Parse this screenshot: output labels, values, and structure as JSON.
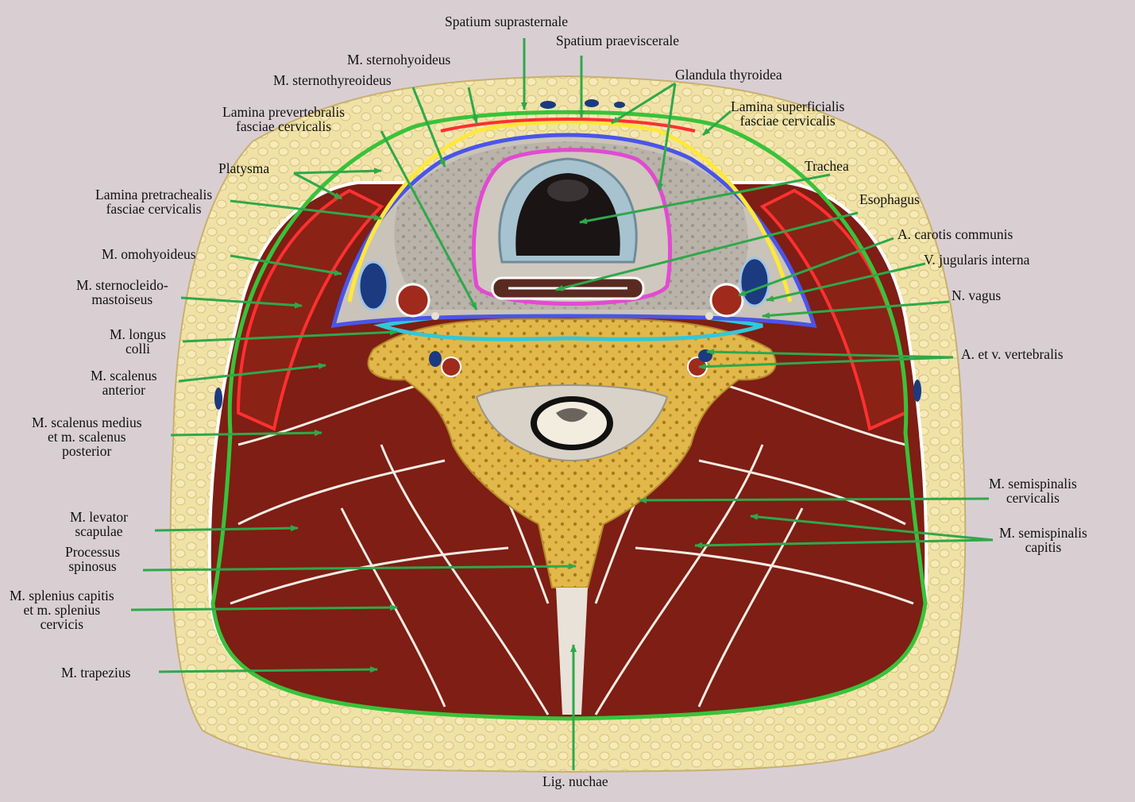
{
  "colors": {
    "background": "#d9cfd3",
    "skin_fat": "#f0e2a6",
    "muscle": "#7e1e14",
    "bone": "#e2b84a",
    "pointer": "#2fa84a",
    "lamina_superficialis": "#39c23a",
    "lamina_pretrachealis": "#ffe83a",
    "lamina_prevertebralis": "#33c7d8",
    "visceral_fascia": "#e24ad2",
    "carotid_sheath": "#4a55e8",
    "sternocleidomastoid_sheath": "#ff3030"
  },
  "labels": {
    "spatium_suprasternale": "Spatium suprasternale",
    "spatium_praeviscerale": "Spatium praeviscerale",
    "sternohyoideus": "M. sternohyoideus",
    "sternothyreoideus": "M. sternothyreoideus",
    "glandula_thyroidea": "Glandula thyroidea",
    "lamina_prevertebralis": [
      "Lamina prevertebralis",
      "fasciae cervicalis"
    ],
    "lamina_superficialis": [
      "Lamina superficialis",
      "fasciae cervicalis"
    ],
    "platysma": "Platysma",
    "trachea": "Trachea",
    "lamina_pretrachealis": [
      "Lamina pretrachealis",
      "fasciae cervicalis"
    ],
    "esophagus": "Esophagus",
    "carotis": "A. carotis communis",
    "jugularis": "V. jugularis interna",
    "omohyoideus": "M. omohyoideus",
    "sternocleidomastoideus": [
      "M. sternocleido-",
      "mastoiseus"
    ],
    "vagus": "N. vagus",
    "longus_colli": [
      "M. longus",
      "colli"
    ],
    "vertebralis": "A. et v. vertebralis",
    "scalenus_anterior": [
      "M. scalenus",
      "anterior"
    ],
    "scalenus_medius": [
      "M. scalenus medius",
      "et  m. scalenus",
      "posterior"
    ],
    "semispinalis_cervicalis": [
      "M. semispinalis",
      "cervicalis"
    ],
    "levator_scapulae": [
      "M. levator",
      "scapulae"
    ],
    "semispinalis_capitis": [
      "M. semispinalis",
      "capitis"
    ],
    "processus_spinosus": [
      "Processus",
      "spinosus"
    ],
    "splenius": [
      "M. splenius  capitis",
      "et  m. splenius",
      "cervicis"
    ],
    "trapezius": "M. trapezius",
    "lig_nuchae": "Lig. nuchae"
  }
}
